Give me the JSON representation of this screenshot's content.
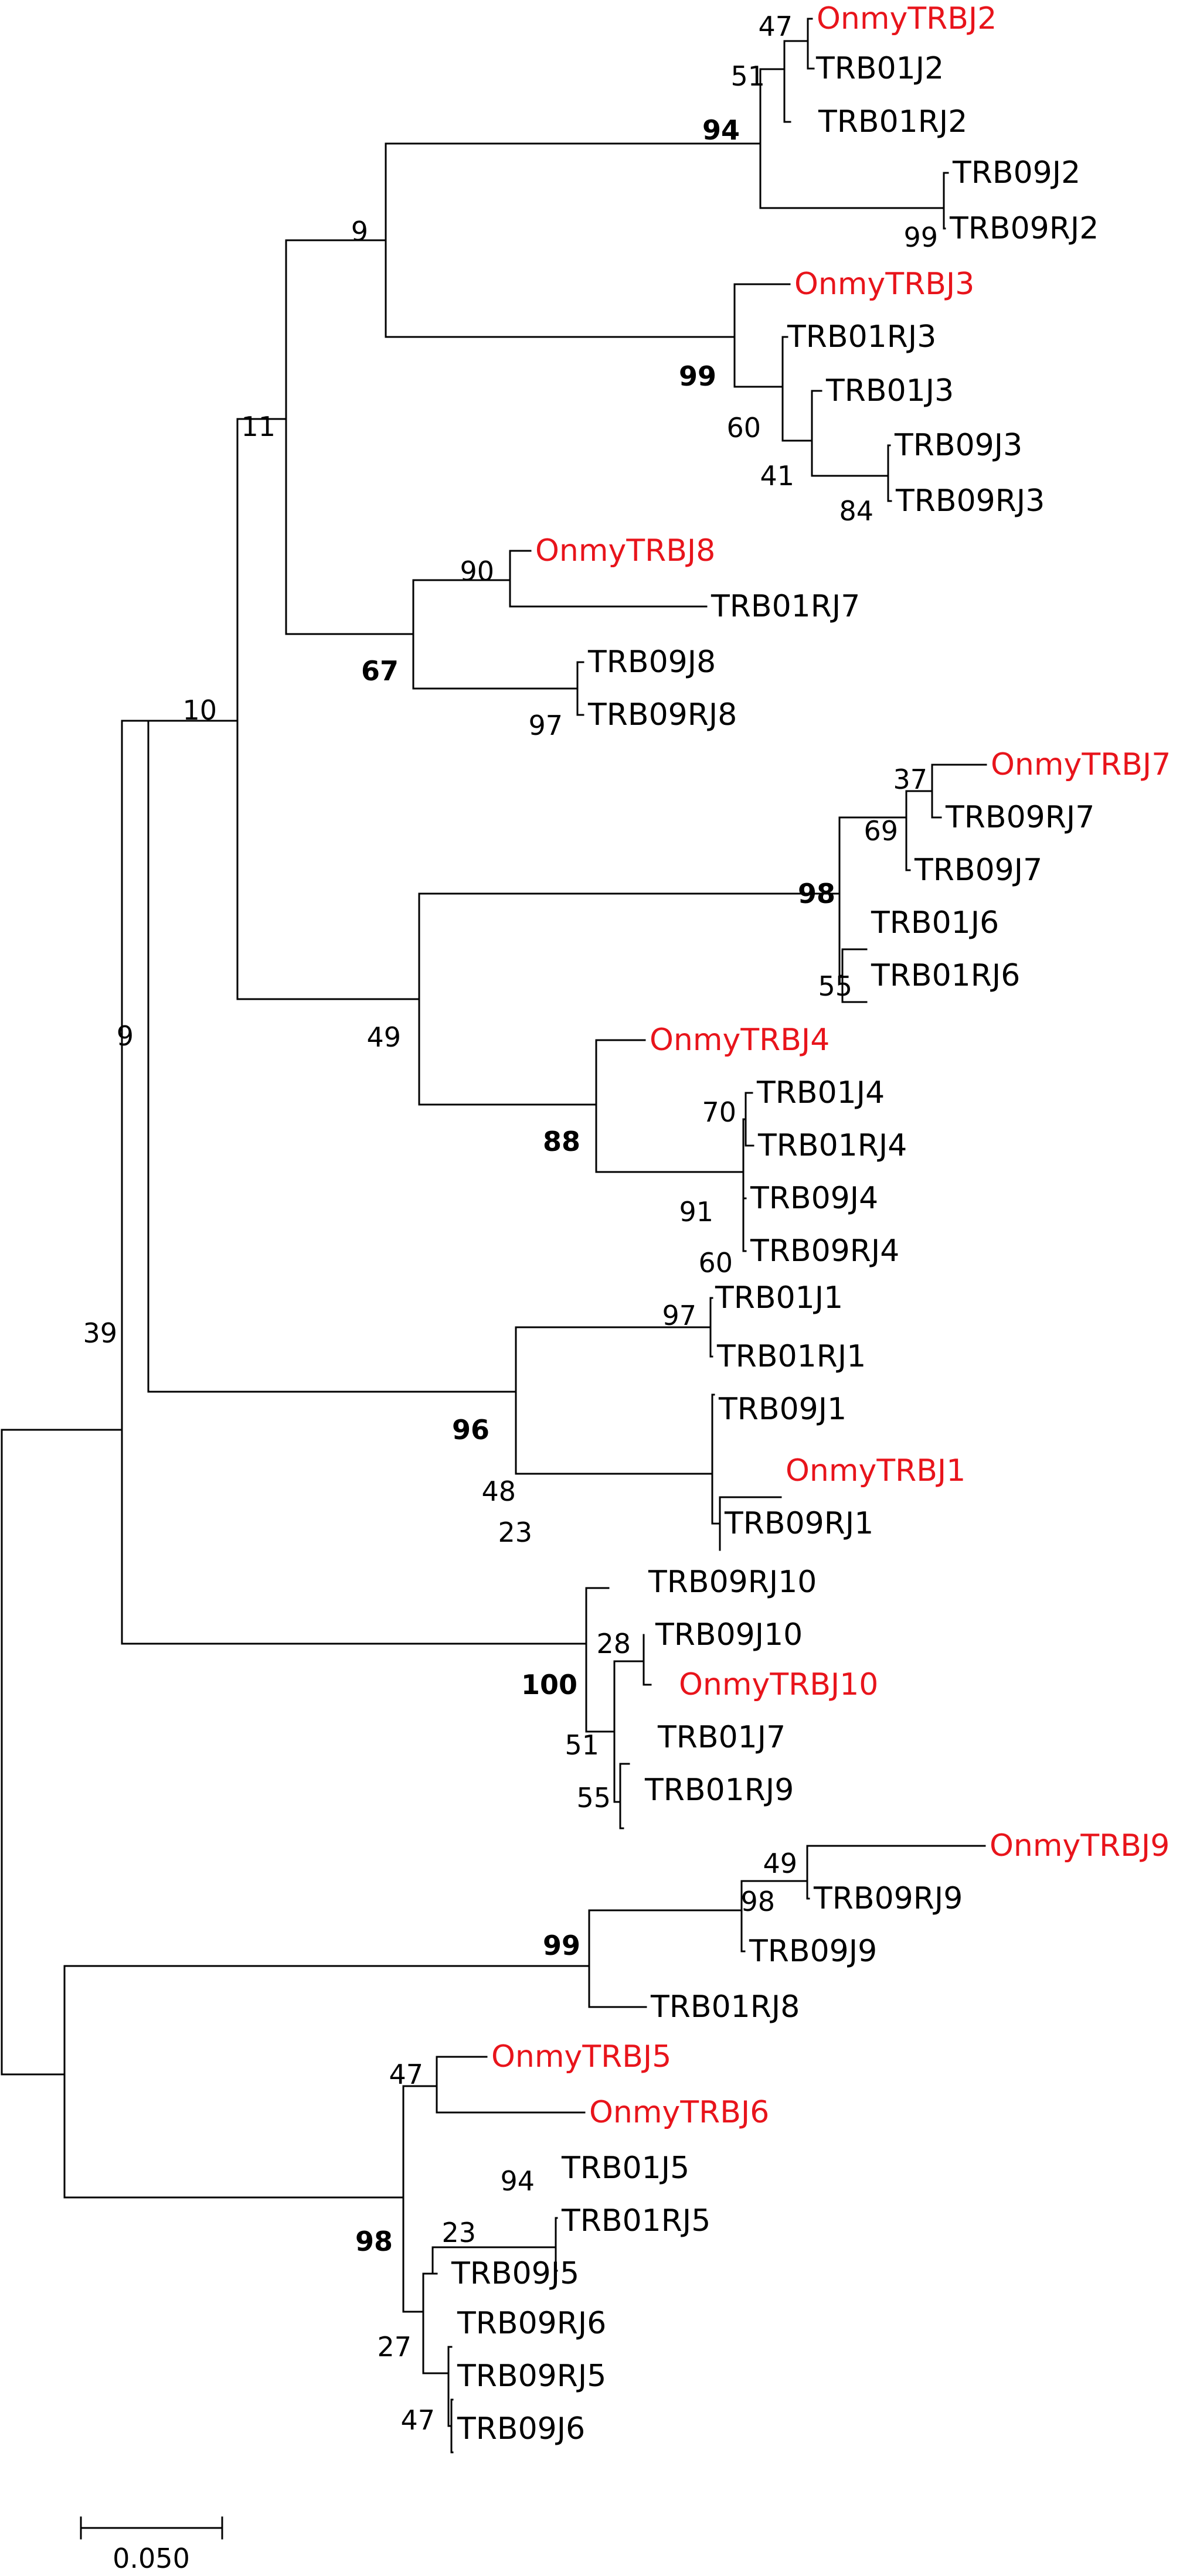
{
  "colors": {
    "highlight": "#e8141b",
    "default": "#000000",
    "background": "#ffffff"
  },
  "tree": {
    "leaves": [
      {
        "id": "onmy_j2",
        "label": "OnmyTRBJ2",
        "highlight": true
      },
      {
        "id": "trb01j2",
        "label": "TRB01J2",
        "highlight": false
      },
      {
        "id": "trb01rj2",
        "label": "TRB01RJ2",
        "highlight": false
      },
      {
        "id": "trb09j2",
        "label": "TRB09J2",
        "highlight": false
      },
      {
        "id": "trb09rj2",
        "label": "TRB09RJ2",
        "highlight": false
      },
      {
        "id": "onmy_j3",
        "label": "OnmyTRBJ3",
        "highlight": true
      },
      {
        "id": "trb01rj3",
        "label": "TRB01RJ3",
        "highlight": false
      },
      {
        "id": "trb01j3",
        "label": "TRB01J3",
        "highlight": false
      },
      {
        "id": "trb09j3",
        "label": "TRB09J3",
        "highlight": false
      },
      {
        "id": "trb09rj3",
        "label": "TRB09RJ3",
        "highlight": false
      },
      {
        "id": "onmy_j8",
        "label": "OnmyTRBJ8",
        "highlight": true
      },
      {
        "id": "trb01rj7",
        "label": "TRB01RJ7",
        "highlight": false
      },
      {
        "id": "trb09j8",
        "label": "TRB09J8",
        "highlight": false
      },
      {
        "id": "trb09rj8",
        "label": "TRB09RJ8",
        "highlight": false
      },
      {
        "id": "onmy_j7",
        "label": "OnmyTRBJ7",
        "highlight": true
      },
      {
        "id": "trb09rj7",
        "label": "TRB09RJ7",
        "highlight": false
      },
      {
        "id": "trb09j7",
        "label": "TRB09J7",
        "highlight": false
      },
      {
        "id": "trb01j6",
        "label": "TRB01J6",
        "highlight": false
      },
      {
        "id": "trb01rj6",
        "label": "TRB01RJ6",
        "highlight": false
      },
      {
        "id": "onmy_j4",
        "label": "OnmyTRBJ4",
        "highlight": true
      },
      {
        "id": "trb01j4",
        "label": "TRB01J4",
        "highlight": false
      },
      {
        "id": "trb01rj4",
        "label": "TRB01RJ4",
        "highlight": false
      },
      {
        "id": "trb09j4",
        "label": "TRB09J4",
        "highlight": false
      },
      {
        "id": "trb09rj4",
        "label": "TRB09RJ4",
        "highlight": false
      },
      {
        "id": "trb01j1",
        "label": "TRB01J1",
        "highlight": false
      },
      {
        "id": "trb01rj1",
        "label": "TRB01RJ1",
        "highlight": false
      },
      {
        "id": "trb09j1",
        "label": "TRB09J1",
        "highlight": false
      },
      {
        "id": "onmy_j1",
        "label": "OnmyTRBJ1",
        "highlight": true
      },
      {
        "id": "trb09rj1",
        "label": "TRB09RJ1",
        "highlight": false
      },
      {
        "id": "trb09rj10",
        "label": "TRB09RJ10",
        "highlight": false
      },
      {
        "id": "trb09j10",
        "label": "TRB09J10",
        "highlight": false
      },
      {
        "id": "onmy_j10",
        "label": "OnmyTRBJ10",
        "highlight": true
      },
      {
        "id": "trb01j7",
        "label": "TRB01J7",
        "highlight": false
      },
      {
        "id": "trb01rj9",
        "label": "TRB01RJ9",
        "highlight": false
      },
      {
        "id": "onmy_j9",
        "label": "OnmyTRBJ9",
        "highlight": true
      },
      {
        "id": "trb09rj9",
        "label": "TRB09RJ9",
        "highlight": false
      },
      {
        "id": "trb09j9",
        "label": "TRB09J9",
        "highlight": false
      },
      {
        "id": "trb01rj8",
        "label": "TRB01RJ8",
        "highlight": false
      },
      {
        "id": "onmy_j5",
        "label": "OnmyTRBJ5",
        "highlight": true
      },
      {
        "id": "onmy_j6",
        "label": "OnmyTRBJ6",
        "highlight": true
      },
      {
        "id": "trb01j5",
        "label": "TRB01J5",
        "highlight": false
      },
      {
        "id": "trb01rj5",
        "label": "TRB01RJ5",
        "highlight": false
      },
      {
        "id": "trb09j5",
        "label": "TRB09J5",
        "highlight": false
      },
      {
        "id": "trb09rj6",
        "label": "TRB09RJ6",
        "highlight": false
      },
      {
        "id": "trb09rj5",
        "label": "TRB09RJ5",
        "highlight": false
      },
      {
        "id": "trb09j6",
        "label": "TRB09J6",
        "highlight": false
      }
    ],
    "support_values": [
      {
        "id": "s47_j2",
        "value": "47",
        "bold": false
      },
      {
        "id": "s51",
        "value": "51",
        "bold": false
      },
      {
        "id": "s94_top",
        "value": "94",
        "bold": true
      },
      {
        "id": "s99_j2",
        "value": "99",
        "bold": false
      },
      {
        "id": "s9_top",
        "value": "9",
        "bold": false
      },
      {
        "id": "s99_j3",
        "value": "99",
        "bold": true
      },
      {
        "id": "s60_j3",
        "value": "60",
        "bold": false
      },
      {
        "id": "s41",
        "value": "41",
        "bold": false
      },
      {
        "id": "s84",
        "value": "84",
        "bold": false
      },
      {
        "id": "s11",
        "value": "11",
        "bold": false
      },
      {
        "id": "s90",
        "value": "90",
        "bold": false
      },
      {
        "id": "s67",
        "value": "67",
        "bold": true
      },
      {
        "id": "s97_j8",
        "value": "97",
        "bold": false
      },
      {
        "id": "s10",
        "value": "10",
        "bold": false
      },
      {
        "id": "s37",
        "value": "37",
        "bold": false
      },
      {
        "id": "s69",
        "value": "69",
        "bold": false
      },
      {
        "id": "s98_j7",
        "value": "98",
        "bold": true
      },
      {
        "id": "s55_j6",
        "value": "55",
        "bold": false
      },
      {
        "id": "s49",
        "value": "49",
        "bold": false
      },
      {
        "id": "s70",
        "value": "70",
        "bold": false
      },
      {
        "id": "s88",
        "value": "88",
        "bold": true
      },
      {
        "id": "s91",
        "value": "91",
        "bold": false
      },
      {
        "id": "s60_j4",
        "value": "60",
        "bold": false
      },
      {
        "id": "s9_mid",
        "value": "9",
        "bold": false
      },
      {
        "id": "s39",
        "value": "39",
        "bold": false
      },
      {
        "id": "s97_j1",
        "value": "97",
        "bold": false
      },
      {
        "id": "s96",
        "value": "96",
        "bold": true
      },
      {
        "id": "s48",
        "value": "48",
        "bold": false
      },
      {
        "id": "s23_j1",
        "value": "23",
        "bold": false
      },
      {
        "id": "s28",
        "value": "28",
        "bold": false
      },
      {
        "id": "s100",
        "value": "100",
        "bold": true
      },
      {
        "id": "s51_j7",
        "value": "51",
        "bold": false
      },
      {
        "id": "s55_rj9",
        "value": "55",
        "bold": false
      },
      {
        "id": "s49_j9",
        "value": "49",
        "bold": false
      },
      {
        "id": "s98_j9",
        "value": "98",
        "bold": false
      },
      {
        "id": "s99_j9",
        "value": "99",
        "bold": true
      },
      {
        "id": "s47_j5",
        "value": "47",
        "bold": false
      },
      {
        "id": "s94_j5",
        "value": "94",
        "bold": false
      },
      {
        "id": "s23_j5",
        "value": "23",
        "bold": false
      },
      {
        "id": "s98_j5",
        "value": "98",
        "bold": true
      },
      {
        "id": "s27",
        "value": "27",
        "bold": false
      },
      {
        "id": "s47_j6",
        "value": "47",
        "bold": false
      }
    ],
    "scale_bar": {
      "label": "0.050"
    }
  }
}
